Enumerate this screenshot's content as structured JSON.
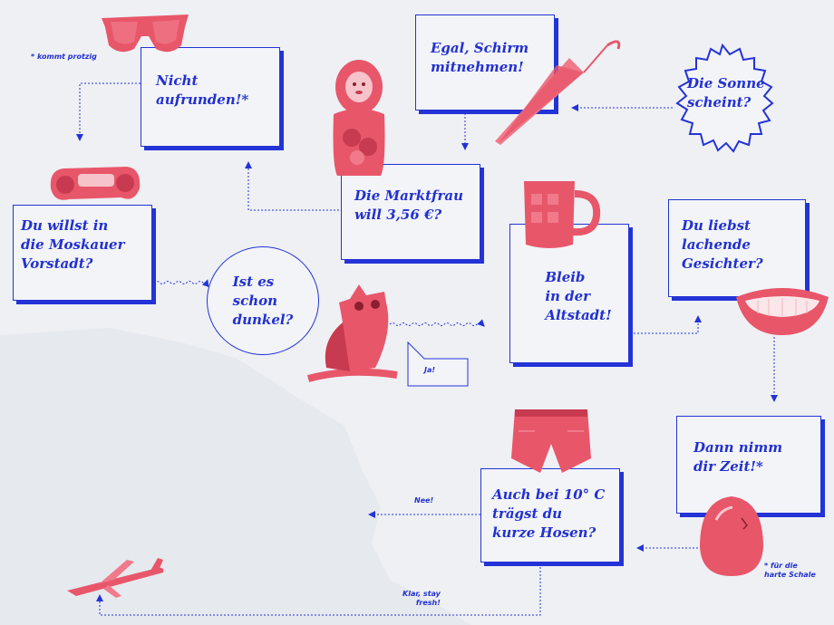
{
  "colors": {
    "accent": "#2433d6",
    "pink": "#e8566a",
    "background": "#eef0f4"
  },
  "nodes": {
    "not_round": "Nicht\naufrunden!*",
    "umbrella": "Egal, Schirm\nmitnehmen!",
    "sun": "Die Sonne\nscheint?",
    "market": "Die Marktfrau\nwill 3,56 €?",
    "moscow": "Du willst in\ndie Moskauer\nVorstadt?",
    "dark": "Ist es\nschon\ndunkel?",
    "oldtown": "Bleib\nin der\nAltstadt!",
    "faces": "Du liebst\nlachende\nGesichter?",
    "time": "Dann nimm\ndir Zeit!*",
    "shorts": "Auch bei 10° C\nträgst du\nkurze Hosen?"
  },
  "notes": {
    "show_off": "* kommt protzig",
    "yes": "Ja!",
    "no": "Nee!",
    "stay_fresh": "Klar, stay\nfresh!",
    "hard_shell": "* für die\nharte Schale"
  },
  "icons": {
    "sunglasses": "sunglasses-icon",
    "matryoshka": "matryoshka-doll-icon",
    "umbrella": "umbrella-icon",
    "brass_knuckles": "brass-knuckles-icon",
    "beer": "beer-mug-icon",
    "owl": "owl-icon",
    "lips": "smiling-mouth-icon",
    "shorts": "denim-shorts-icon",
    "egg": "egg-icon",
    "plane": "airplane-icon"
  }
}
